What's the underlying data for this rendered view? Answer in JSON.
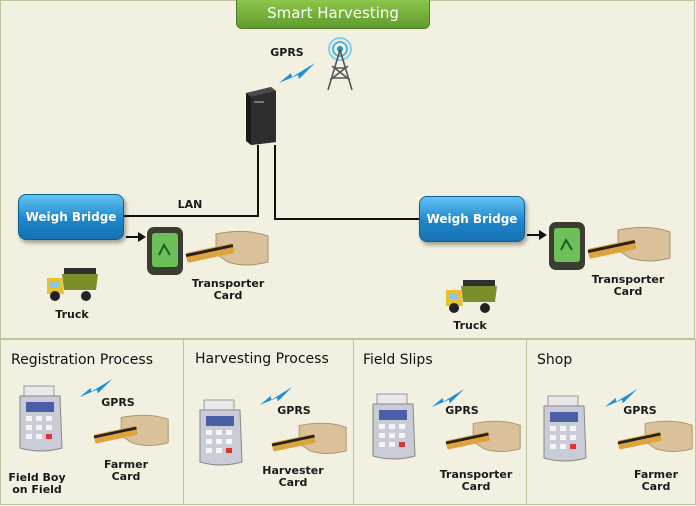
{
  "title": "Smart Harvesting",
  "top": {
    "gprs_label": "GPRS",
    "lan_label": "LAN",
    "left": {
      "weigh_bridge": "Weigh Bridge",
      "truck": "Truck",
      "card_line1": "Transporter",
      "card_line2": "Card"
    },
    "right": {
      "weigh_bridge": "Weigh Bridge",
      "truck": "Truck",
      "card_line1": "Transporter",
      "card_line2": "Card"
    }
  },
  "panels": [
    {
      "title": "Registration Process",
      "gprs": "GPRS",
      "left_line1": "Field Boy",
      "left_line2": "on Field",
      "card_line1": "Farmer",
      "card_line2": "Card"
    },
    {
      "title": "Harvesting Process",
      "gprs": "GPRS",
      "card_line1": "Harvester",
      "card_line2": "Card"
    },
    {
      "title": "Field Slips",
      "gprs": "GPRS",
      "card_line1": "Transporter",
      "card_line2": "Card"
    },
    {
      "title": "Shop",
      "gprs": "GPRS",
      "card_line1": "Farmer",
      "card_line2": "Card"
    }
  ],
  "icons": [
    "radio-tower-icon",
    "server-icon",
    "signal-bolt-icon",
    "truck-icon",
    "card-reader-icon",
    "hand-card-icon",
    "pos-terminal-icon",
    "arrow-right-icon"
  ],
  "colors": {
    "background": "#f2f1e1",
    "title_tab": "#6aaa32",
    "weigh_bridge": "#1f86c9",
    "border": "#b7c79a"
  }
}
